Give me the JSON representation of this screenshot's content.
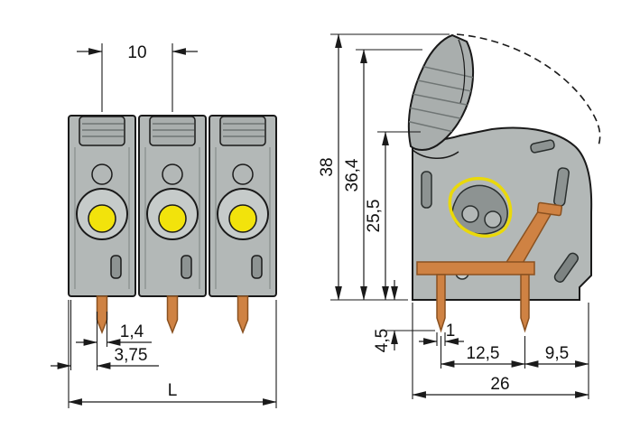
{
  "front_view": {
    "dim_pitch": "10",
    "dim_pin_width": "1,4",
    "dim_pin_offset": "3,75",
    "dim_overall_length": "L"
  },
  "side_view": {
    "dim_total_height": "38",
    "dim_lever_height": "36,4",
    "dim_body_height": "25,5",
    "dim_pin_length": "4,5",
    "dim_pin_width": "1",
    "dim_pin_spacing": "12,5",
    "dim_edge_distance": "9,5",
    "dim_overall_depth": "26"
  },
  "colors": {
    "housing_gray": "#b3b8b7",
    "housing_light": "#c6cbca",
    "housing_dark": "#8d9392",
    "button_yellow": "#f2e30c",
    "contact_copper": "#cf8243",
    "line_black": "#1a1a1a"
  }
}
